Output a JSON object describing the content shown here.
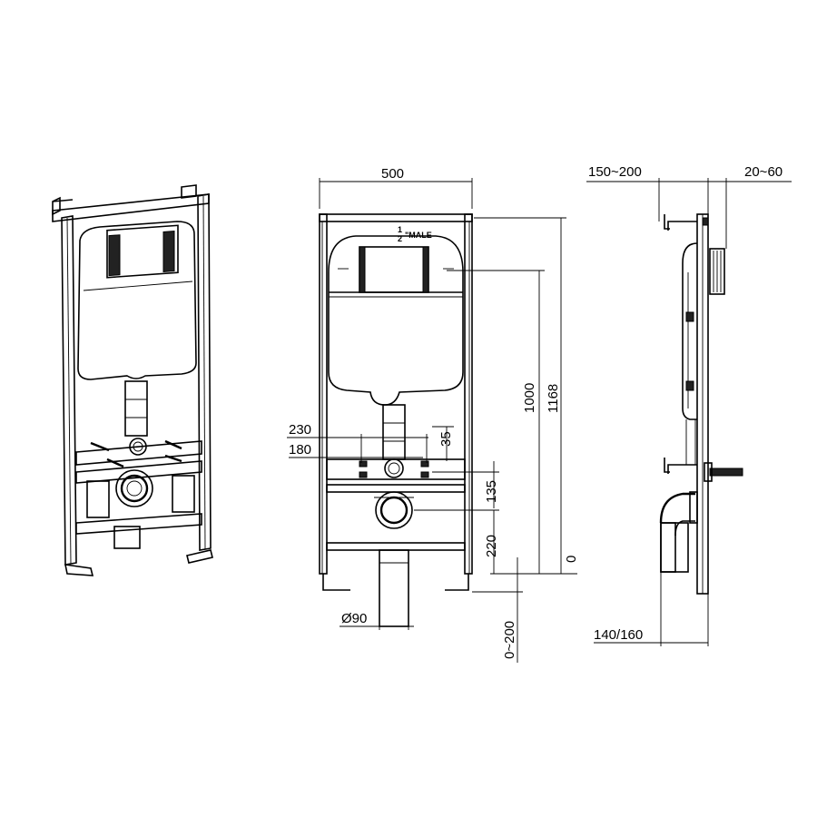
{
  "drawing": {
    "front_view": {
      "width_label": "500",
      "height_to_outlet_label": "1000",
      "total_height_label": "1168",
      "bolt_spacing_outer_label": "230",
      "bolt_spacing_inner_label": "180",
      "offset_35_label": "35",
      "offset_135_label": "135",
      "drain_height_label": "220",
      "zero_label": "0",
      "drain_diameter_label": "Ø90",
      "floor_adjust_label": "0~200",
      "water_inlet_fraction_num": "1",
      "water_inlet_fraction_den": "2",
      "water_inlet_label": "\"MALE"
    },
    "side_view": {
      "depth_label": "150~200",
      "wall_gap_label": "20~60",
      "base_depth_label": "140/160"
    }
  }
}
